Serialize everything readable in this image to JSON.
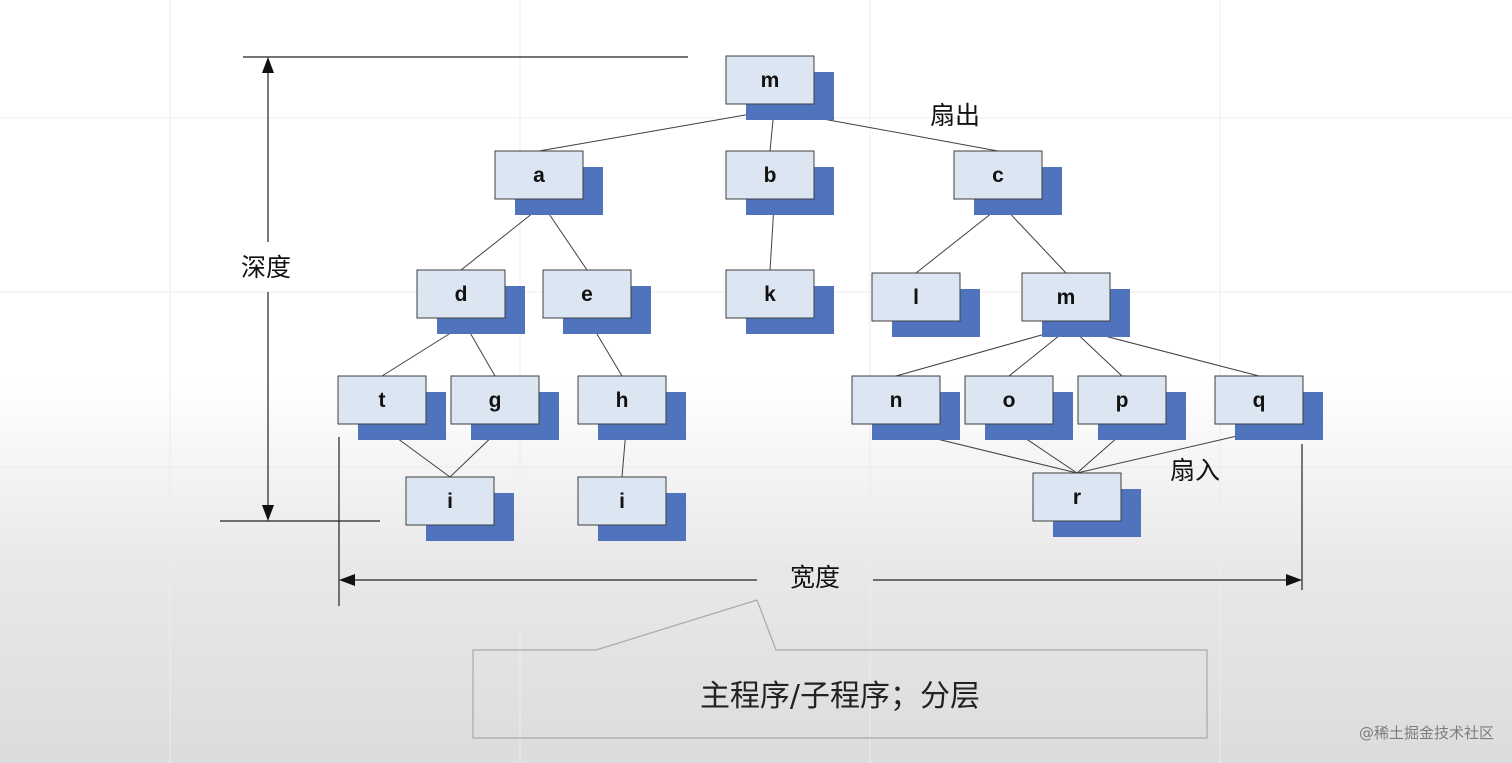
{
  "nodes": [
    {
      "id": "root",
      "label": "m"
    },
    {
      "id": "a",
      "label": "a"
    },
    {
      "id": "b",
      "label": "b"
    },
    {
      "id": "c",
      "label": "c"
    },
    {
      "id": "d",
      "label": "d"
    },
    {
      "id": "e",
      "label": "e"
    },
    {
      "id": "k",
      "label": "k"
    },
    {
      "id": "l",
      "label": "l"
    },
    {
      "id": "m2",
      "label": "m"
    },
    {
      "id": "t",
      "label": "t"
    },
    {
      "id": "g",
      "label": "g"
    },
    {
      "id": "h",
      "label": "h"
    },
    {
      "id": "n",
      "label": "n"
    },
    {
      "id": "o",
      "label": "o"
    },
    {
      "id": "p",
      "label": "p"
    },
    {
      "id": "q",
      "label": "q"
    },
    {
      "id": "i1",
      "label": "i"
    },
    {
      "id": "i2",
      "label": "i"
    },
    {
      "id": "r",
      "label": "r"
    }
  ],
  "edges": [
    [
      "root",
      "a"
    ],
    [
      "root",
      "b"
    ],
    [
      "root",
      "c"
    ],
    [
      "a",
      "d"
    ],
    [
      "a",
      "e"
    ],
    [
      "b",
      "k"
    ],
    [
      "c",
      "l"
    ],
    [
      "c",
      "m2"
    ],
    [
      "d",
      "t"
    ],
    [
      "d",
      "g"
    ],
    [
      "e",
      "h"
    ],
    [
      "m2",
      "n"
    ],
    [
      "m2",
      "o"
    ],
    [
      "m2",
      "p"
    ],
    [
      "m2",
      "q"
    ],
    [
      "t",
      "i1"
    ],
    [
      "g",
      "i1"
    ],
    [
      "h",
      "i2"
    ],
    [
      "n",
      "r"
    ],
    [
      "o",
      "r"
    ],
    [
      "p",
      "r"
    ],
    [
      "q",
      "r"
    ]
  ],
  "annotations": {
    "fan_out": "扇出",
    "fan_in": "扇入",
    "depth": "深度",
    "width": "宽度"
  },
  "callout": {
    "text": "主程序/子程序；分层"
  },
  "watermark": "@稀土掘金技术社区",
  "colors": {
    "node_fill": "#dce6f2",
    "node_shadow": "#4f73bc",
    "line": "#404040"
  }
}
